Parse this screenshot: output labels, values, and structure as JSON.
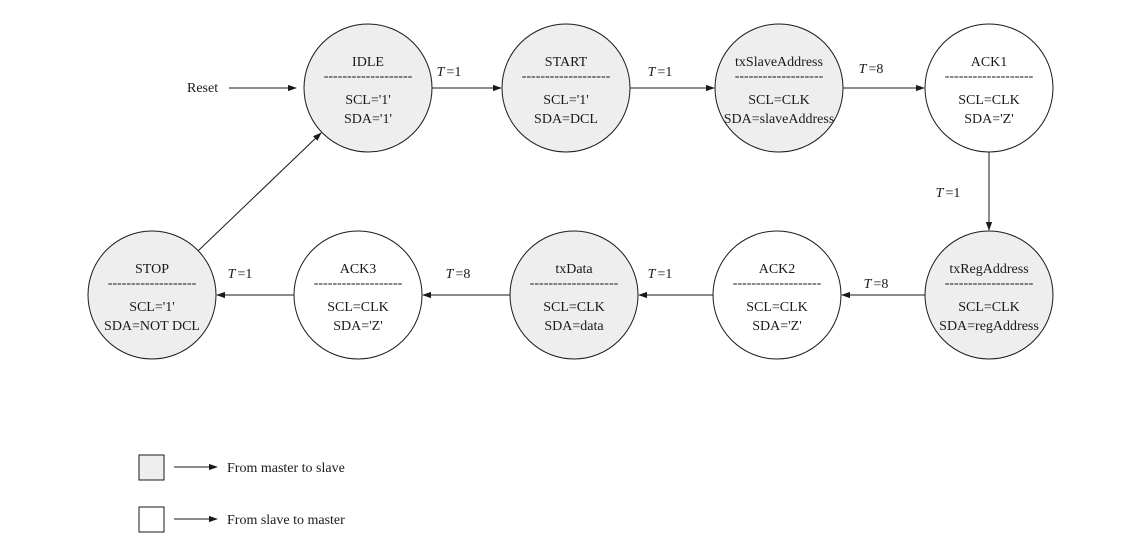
{
  "colors": {
    "master_fill": "#eeeeee",
    "slave_fill": "#ffffff",
    "stroke": "#1a1a1a"
  },
  "states": [
    {
      "id": "idle",
      "name": "IDLE",
      "divider": "-------------------",
      "lines": [
        "SCL='1'",
        "SDA='1'"
      ],
      "type": "master"
    },
    {
      "id": "start",
      "name": "START",
      "divider": "-------------------",
      "lines": [
        "SCL='1'",
        "SDA=DCL"
      ],
      "type": "master"
    },
    {
      "id": "txslaveaddress",
      "name": "txSlaveAddress",
      "divider": "-------------------",
      "lines": [
        "SCL=CLK",
        "SDA=slaveAddress"
      ],
      "type": "master"
    },
    {
      "id": "ack1",
      "name": "ACK1",
      "divider": "-------------------",
      "lines": [
        "SCL=CLK",
        "SDA='Z'"
      ],
      "type": "slave"
    },
    {
      "id": "txregaddress",
      "name": "txRegAddress",
      "divider": "-------------------",
      "lines": [
        "SCL=CLK",
        "SDA=regAddress"
      ],
      "type": "master"
    },
    {
      "id": "ack2",
      "name": "ACK2",
      "divider": "-------------------",
      "lines": [
        "SCL=CLK",
        "SDA='Z'"
      ],
      "type": "slave"
    },
    {
      "id": "txdata",
      "name": "txData",
      "divider": "-------------------",
      "lines": [
        "SCL=CLK",
        "SDA=data"
      ],
      "type": "master"
    },
    {
      "id": "ack3",
      "name": "ACK3",
      "divider": "-------------------",
      "lines": [
        "SCL=CLK",
        "SDA='Z'"
      ],
      "type": "slave"
    },
    {
      "id": "stop",
      "name": "STOP",
      "divider": "-------------------",
      "lines": [
        "SCL='1'",
        "SDA=NOT DCL"
      ],
      "type": "master"
    }
  ],
  "transitions": [
    {
      "from": "idle",
      "to": "start",
      "var": "T",
      "value": "=1"
    },
    {
      "from": "start",
      "to": "txslaveaddress",
      "var": "T",
      "value": "=1"
    },
    {
      "from": "txslaveaddress",
      "to": "ack1",
      "var": "T",
      "value": "=8"
    },
    {
      "from": "ack1",
      "to": "txregaddress",
      "var": "T",
      "value": "=1"
    },
    {
      "from": "txregaddress",
      "to": "ack2",
      "var": "T",
      "value": "=8"
    },
    {
      "from": "ack2",
      "to": "txdata",
      "var": "T",
      "value": "=1"
    },
    {
      "from": "txdata",
      "to": "ack3",
      "var": "T",
      "value": "=8"
    },
    {
      "from": "ack3",
      "to": "stop",
      "var": "T",
      "value": "=1"
    },
    {
      "from": "stop",
      "to": "idle",
      "var": "",
      "value": ""
    }
  ],
  "reset_label": "Reset",
  "legend": [
    {
      "type": "master",
      "label": "From master to slave"
    },
    {
      "type": "slave",
      "label": "From slave to master"
    }
  ]
}
